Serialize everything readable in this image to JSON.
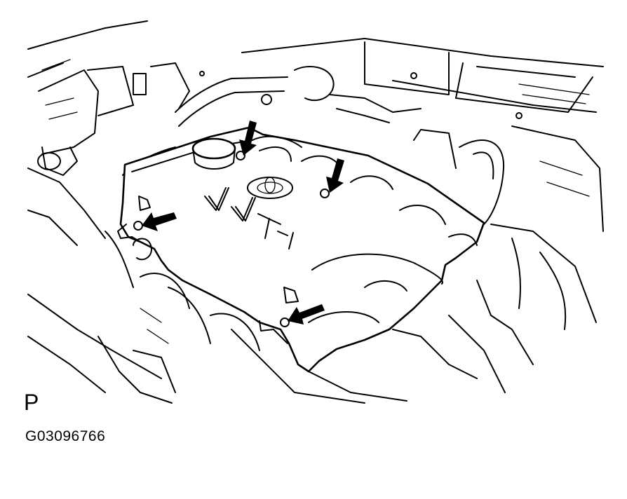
{
  "figure": {
    "view_label": "P",
    "figure_id": "G03096766",
    "cover_lettering": "VVT-i",
    "callouts": [
      {
        "name": "front-left-nut",
        "target": "engine-cover-fastener"
      },
      {
        "name": "front-center-nut",
        "target": "engine-cover-fastener"
      },
      {
        "name": "left-side-nut",
        "target": "engine-cover-fastener"
      },
      {
        "name": "rear-right-nut",
        "target": "engine-cover-fastener"
      }
    ]
  },
  "colors": {
    "ink": "#000000",
    "paper": "#ffffff"
  }
}
